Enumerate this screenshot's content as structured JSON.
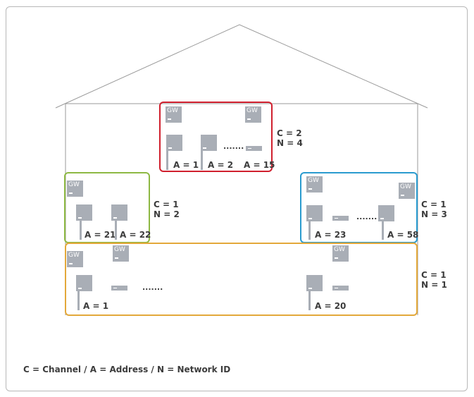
{
  "colors": {
    "red_network": "#d0202e",
    "green_network": "#8db843",
    "blue_network": "#2a9bcf",
    "orange_network": "#e3a83a",
    "device": "#a9aeb6",
    "house_outline": "#9a9a9a",
    "text": "#3c3c3c"
  },
  "icons": {
    "gateway": "gateway-box-icon",
    "device": "pole-mounted-device-icon",
    "flat_device": "flat-device-icon"
  },
  "gateway_label": "GW",
  "ellipsis": ".......",
  "networks": {
    "red": {
      "channel": "C = 2",
      "network_id": "N = 4",
      "addresses": [
        "A = 1",
        "A = 2",
        "A = 15"
      ]
    },
    "green": {
      "channel": "C = 1",
      "network_id": "N = 2",
      "addresses": [
        "A = 21",
        "A = 22"
      ]
    },
    "blue": {
      "channel": "C = 1",
      "network_id": "N = 3",
      "addresses": [
        "A = 23",
        "A = 58"
      ]
    },
    "orange": {
      "channel": "C = 1",
      "network_id": "N = 1",
      "addresses": [
        "A = 1",
        "A = 20"
      ]
    }
  },
  "legend": "C = Channel / A = Address / N = Network ID"
}
